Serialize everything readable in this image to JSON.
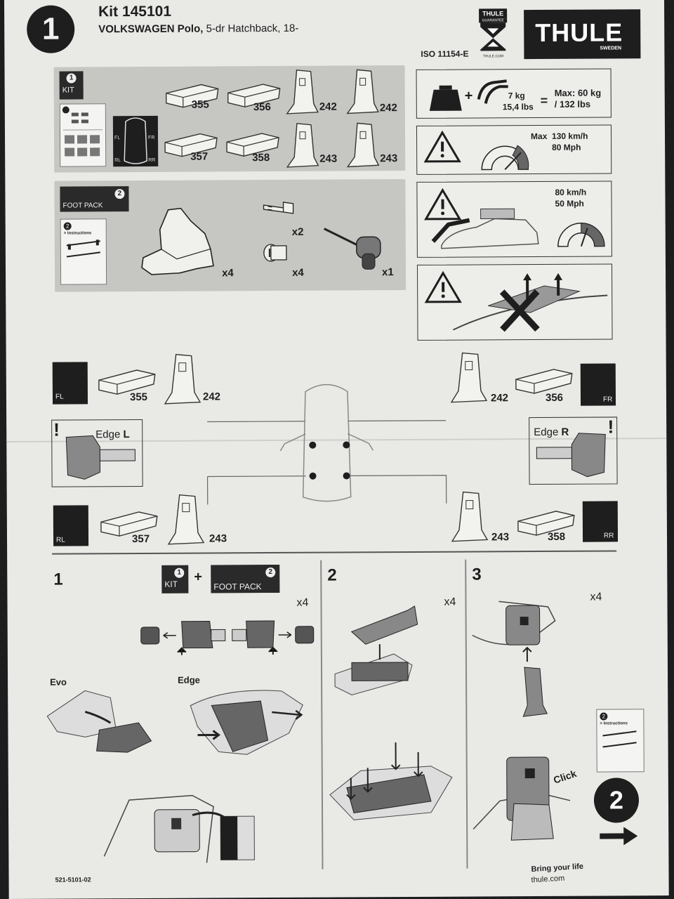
{
  "header": {
    "step_number": "1",
    "kit_title": "Kit 145101",
    "vehicle_make_model": "VOLKSWAGEN Polo,",
    "vehicle_detail": " 5-dr Hatchback, 18-",
    "iso": "ISO 11154-E",
    "guarantee_badge_top": "THULE",
    "guarantee_badge_text": "GUARANTEE",
    "guarantee_badge_url": "THULE.COM",
    "brand": "THULE",
    "brand_sub": "SWEDEN"
  },
  "kit_box": {
    "badge_num": "1",
    "badge_label": "KIT",
    "parts": [
      {
        "code": "355"
      },
      {
        "code": "356"
      },
      {
        "code": "242"
      },
      {
        "code": "242"
      },
      {
        "code": "357"
      },
      {
        "code": "358"
      },
      {
        "code": "243"
      },
      {
        "code": "243"
      }
    ],
    "positions": [
      "FL",
      "FR",
      "RL",
      "RR"
    ]
  },
  "foot_pack_box": {
    "badge_num": "2",
    "badge_label": "FOOT PACK",
    "booklet_label": "> Instructions",
    "items": [
      {
        "qty": "x4"
      },
      {
        "qty": "x2"
      },
      {
        "qty": "x4"
      },
      {
        "qty": "x1"
      }
    ]
  },
  "load_panel": {
    "weight": "7 kg",
    "weight_lbs": "15,4 lbs",
    "max": "Max: 60 kg",
    "max_lbs": "/ 132 lbs"
  },
  "speed_panel": {
    "label": "Max",
    "kmh": "130 km/h",
    "mph": "80 Mph"
  },
  "speed_panel_2": {
    "kmh": "80 km/h",
    "mph": "50 Mph"
  },
  "fitment": {
    "fl": {
      "pos": "FL",
      "pad": "355",
      "foot": "242"
    },
    "fr": {
      "pos": "FR",
      "pad": "356",
      "foot": "242"
    },
    "rl": {
      "pos": "RL",
      "pad": "357",
      "foot": "243"
    },
    "rr": {
      "pos": "RR",
      "pad": "358",
      "foot": "243"
    },
    "edge_l": "Edge",
    "edge_l_side": "L",
    "edge_r": "Edge",
    "edge_r_side": "R"
  },
  "steps": {
    "s1": {
      "num": "1",
      "kit": "KIT",
      "kit_num": "1",
      "plus": "+",
      "fp": "FOOT PACK",
      "fp_num": "2",
      "qty": "x4",
      "evo": "Evo",
      "edge": "Edge"
    },
    "s2": {
      "num": "2",
      "qty": "x4"
    },
    "s3": {
      "num": "3",
      "qty": "x4",
      "click": "Click",
      "booklet_num": "2",
      "booklet_label": "> Instructions"
    }
  },
  "footer": {
    "doc_code": "521-5101-02",
    "next_step": "2",
    "tagline": "Bring your life",
    "site": "thule.com"
  }
}
